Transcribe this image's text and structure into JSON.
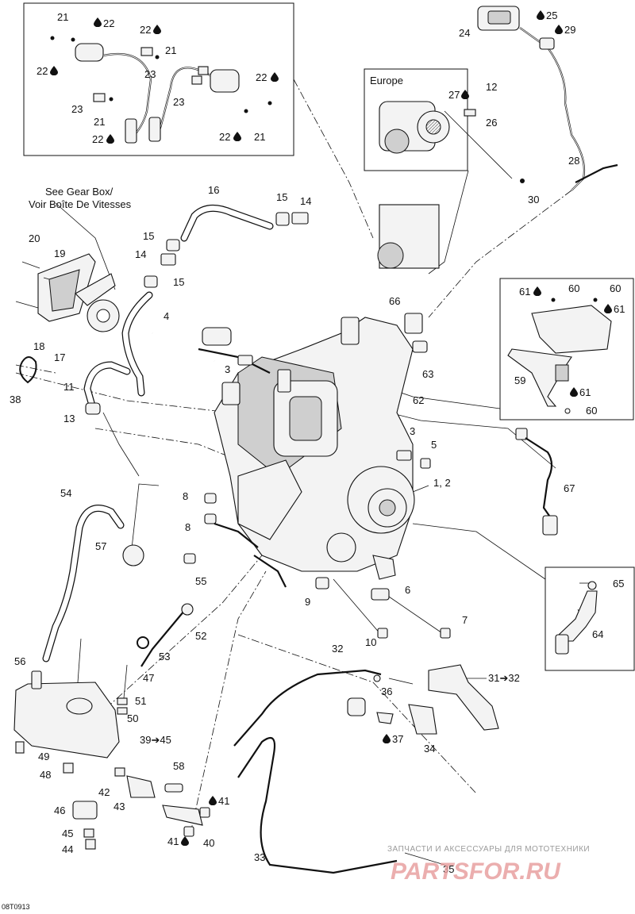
{
  "diagram": {
    "reference_code": "08T0913",
    "notes": {
      "europe": "Europe",
      "gearbox_line1": "See Gear Box/",
      "gearbox_line2": "Voir Boîte De Vitesses"
    },
    "watermark": {
      "line1": "ЗАПЧАСТИ И АКСЕССУАРЫ ДЛЯ МОТОТЕХНИКИ",
      "line2": "PARTSFOR.RU"
    },
    "symbols": {
      "drop_icon": "oil-drop-icon"
    },
    "callouts": [
      {
        "label": "21"
      },
      {
        "label": "22"
      },
      {
        "label": "22"
      },
      {
        "label": "22"
      },
      {
        "label": "21"
      },
      {
        "label": "23"
      },
      {
        "label": "22"
      },
      {
        "label": "23"
      },
      {
        "label": "23"
      },
      {
        "label": "21"
      },
      {
        "label": "22"
      },
      {
        "label": "22"
      },
      {
        "label": "21"
      },
      {
        "label": "24"
      },
      {
        "label": "25"
      },
      {
        "label": "29"
      },
      {
        "label": "27"
      },
      {
        "label": "12"
      },
      {
        "label": "26"
      },
      {
        "label": "30"
      },
      {
        "label": "28"
      },
      {
        "label": "16"
      },
      {
        "label": "15"
      },
      {
        "label": "14"
      },
      {
        "label": "15"
      },
      {
        "label": "14"
      },
      {
        "label": "15"
      },
      {
        "label": "20"
      },
      {
        "label": "19"
      },
      {
        "label": "18"
      },
      {
        "label": "17"
      },
      {
        "label": "4"
      },
      {
        "label": "3"
      },
      {
        "label": "66"
      },
      {
        "label": "63"
      },
      {
        "label": "62"
      },
      {
        "label": "38"
      },
      {
        "label": "11"
      },
      {
        "label": "13"
      },
      {
        "label": "61"
      },
      {
        "label": "60"
      },
      {
        "label": "60"
      },
      {
        "label": "61"
      },
      {
        "label": "59"
      },
      {
        "label": "61"
      },
      {
        "label": "60"
      },
      {
        "label": "3"
      },
      {
        "label": "5"
      },
      {
        "label": "1, 2"
      },
      {
        "label": "67"
      },
      {
        "label": "8"
      },
      {
        "label": "8"
      },
      {
        "label": "54"
      },
      {
        "label": "57"
      },
      {
        "label": "55"
      },
      {
        "label": "9"
      },
      {
        "label": "6"
      },
      {
        "label": "7"
      },
      {
        "label": "10"
      },
      {
        "label": "65"
      },
      {
        "label": "64"
      },
      {
        "label": "52"
      },
      {
        "label": "53"
      },
      {
        "label": "56"
      },
      {
        "label": "47"
      },
      {
        "label": "51"
      },
      {
        "label": "50"
      },
      {
        "label": "32"
      },
      {
        "label": "31➔32"
      },
      {
        "label": "36"
      },
      {
        "label": "37"
      },
      {
        "label": "34"
      },
      {
        "label": "39➔45"
      },
      {
        "label": "49"
      },
      {
        "label": "48"
      },
      {
        "label": "58"
      },
      {
        "label": "42"
      },
      {
        "label": "43"
      },
      {
        "label": "41"
      },
      {
        "label": "46"
      },
      {
        "label": "41"
      },
      {
        "label": "40"
      },
      {
        "label": "45"
      },
      {
        "label": "44"
      },
      {
        "label": "33"
      },
      {
        "label": "35"
      }
    ]
  }
}
